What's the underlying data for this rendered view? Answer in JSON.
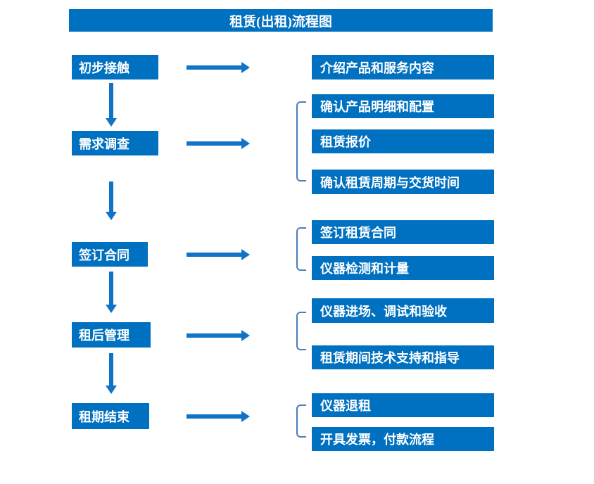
{
  "title": "租赁(出租)流程图",
  "colors": {
    "primary": "#0070C0",
    "arrow": "#1073C6",
    "bracket": "#4A7EBB",
    "box_text": "#FFFFFF",
    "background": "#FFFFFF"
  },
  "flow": {
    "stages": [
      {
        "label": "初步接触",
        "details": [
          "介绍产品和服务内容"
        ]
      },
      {
        "label": "需求调查",
        "details": [
          "确认产品明细和配置",
          "租赁报价",
          "确认租赁周期与交货时间"
        ]
      },
      {
        "label": "签订合同",
        "details": [
          "签订租赁合同",
          "仪器检测和计量"
        ]
      },
      {
        "label": "租后管理",
        "details": [
          "仪器进场、调试和验收",
          "租赁期间技术支持和指导"
        ]
      },
      {
        "label": "租期结束",
        "details": [
          "仪器退租",
          "开具发票，付款流程"
        ]
      }
    ]
  }
}
